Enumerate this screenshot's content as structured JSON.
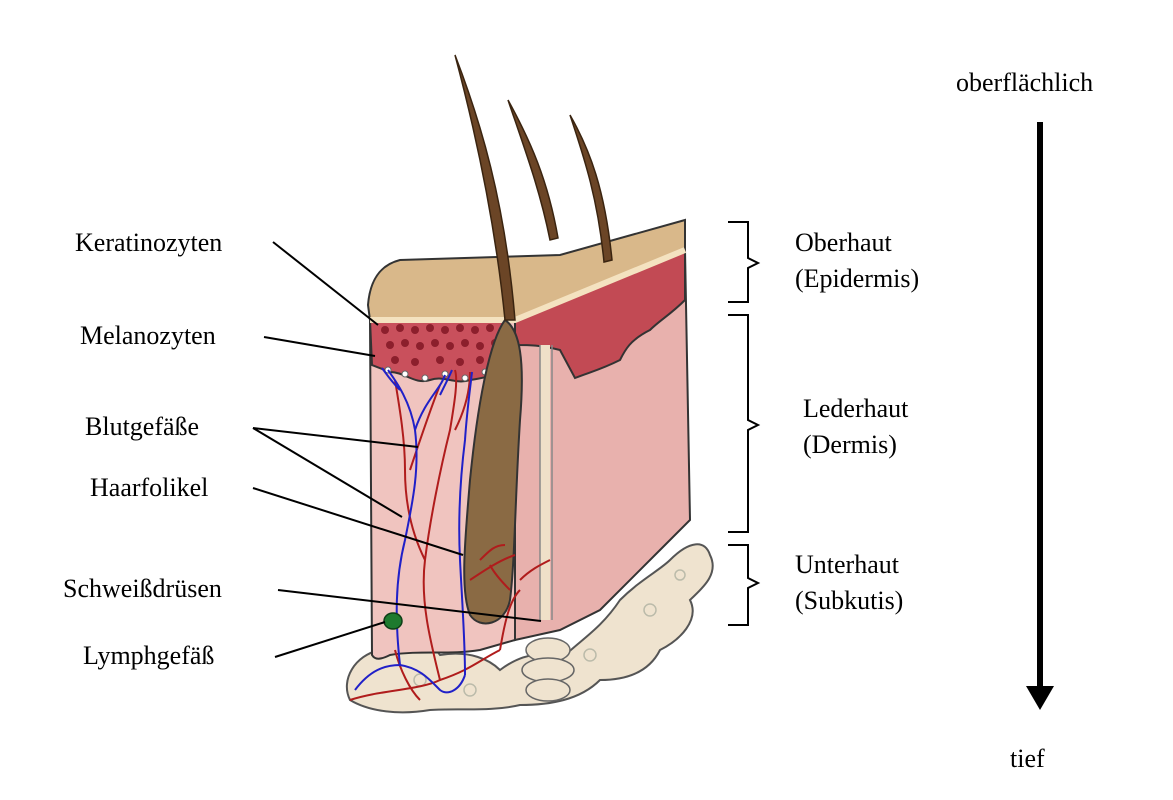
{
  "labels": {
    "keratinozyten": "Keratinozyten",
    "melanozyten": "Melanozyten",
    "blutgefaesse": "Blutgefäße",
    "haarfolikel": "Haarfolikel",
    "schweissdruesen": "Schweißdrüsen",
    "lymphgefaess": "Lymphgefäß"
  },
  "layers": [
    {
      "name": "Oberhaut",
      "latin": "(Epidermis)"
    },
    {
      "name": "Lederhaut",
      "latin": "(Dermis)"
    },
    {
      "name": "Unterhaut",
      "latin": "(Subkutis)"
    }
  ],
  "depth_axis": {
    "top": "oberflächlich",
    "bottom": "tief"
  },
  "colors": {
    "epidermis_top": "#d9b88a",
    "epidermis_side": "#c24a54",
    "dermis": "#f0c4bf",
    "dermis_side": "#e6aaa8",
    "subcutis": "#efe3cf",
    "hair": "#6b4526",
    "follicle": "#8a6a44",
    "artery": "#b01c1c",
    "vein": "#2020c8",
    "lymph": "#1e7a2e",
    "melanocyte_cells": "#8c1f2c"
  }
}
